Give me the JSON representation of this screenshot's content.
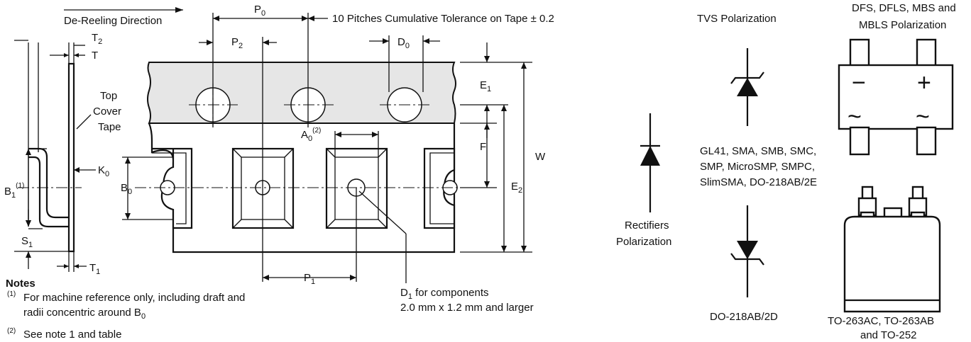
{
  "tape_drawing": {
    "de_reeling_direction": "De-Reeling Direction",
    "cumulative_tolerance": "10 Pitches Cumulative Tolerance on Tape ± 0.2",
    "top_cover_tape": [
      "Top",
      "Cover",
      "Tape"
    ],
    "d1_note": [
      "D",
      "1",
      " for components"
    ],
    "d1_note_line2": "2.0 mm x 1.2 mm and larger",
    "dims": {
      "p0": [
        "P",
        "0"
      ],
      "p1": [
        "P",
        "1"
      ],
      "p2": [
        "P",
        "2"
      ],
      "d0": [
        "D",
        "0"
      ],
      "e1": [
        "E",
        "1"
      ],
      "e2": [
        "E",
        "2"
      ],
      "f": "F",
      "w": "W",
      "a0": [
        "A",
        "0",
        "(2)"
      ],
      "b0": [
        "B",
        "0"
      ],
      "b1": [
        "B",
        "1",
        "(1)"
      ],
      "k0": [
        "K",
        "0"
      ],
      "s1": [
        "S",
        "1"
      ],
      "t": "T",
      "t1": [
        "T",
        "1"
      ],
      "t2": [
        "T",
        "2"
      ]
    }
  },
  "notes": {
    "heading": "Notes",
    "note1_mark": "(1)",
    "note1_line1": "For machine reference only, including draft and",
    "note1_line2": [
      "radii concentric around B",
      "0"
    ],
    "note2_mark": "(2)",
    "note2_text": "See note 1 and table"
  },
  "polarization": {
    "tvs_title": "TVS Polarization",
    "dfs_title_line1": "DFS, DFLS, MBS and",
    "dfs_title_line2": "MBLS Polarization",
    "packages_line1": "GL41, SMA, SMB, SMC,",
    "packages_line2": "SMP, MicroSMP, SMPC,",
    "packages_line3": "SlimSMA, DO-218AB/2E",
    "rectifiers_line1": "Rectifiers",
    "rectifiers_line2": "Polarization",
    "do218_label": "DO-218AB/2D",
    "to263_line1": "TO-263AC, TO-263AB",
    "to263_line2": "and TO-252",
    "bridge_symbols": {
      "minus": "−",
      "plus": "+",
      "ac1": "~",
      "ac2": "~"
    }
  }
}
